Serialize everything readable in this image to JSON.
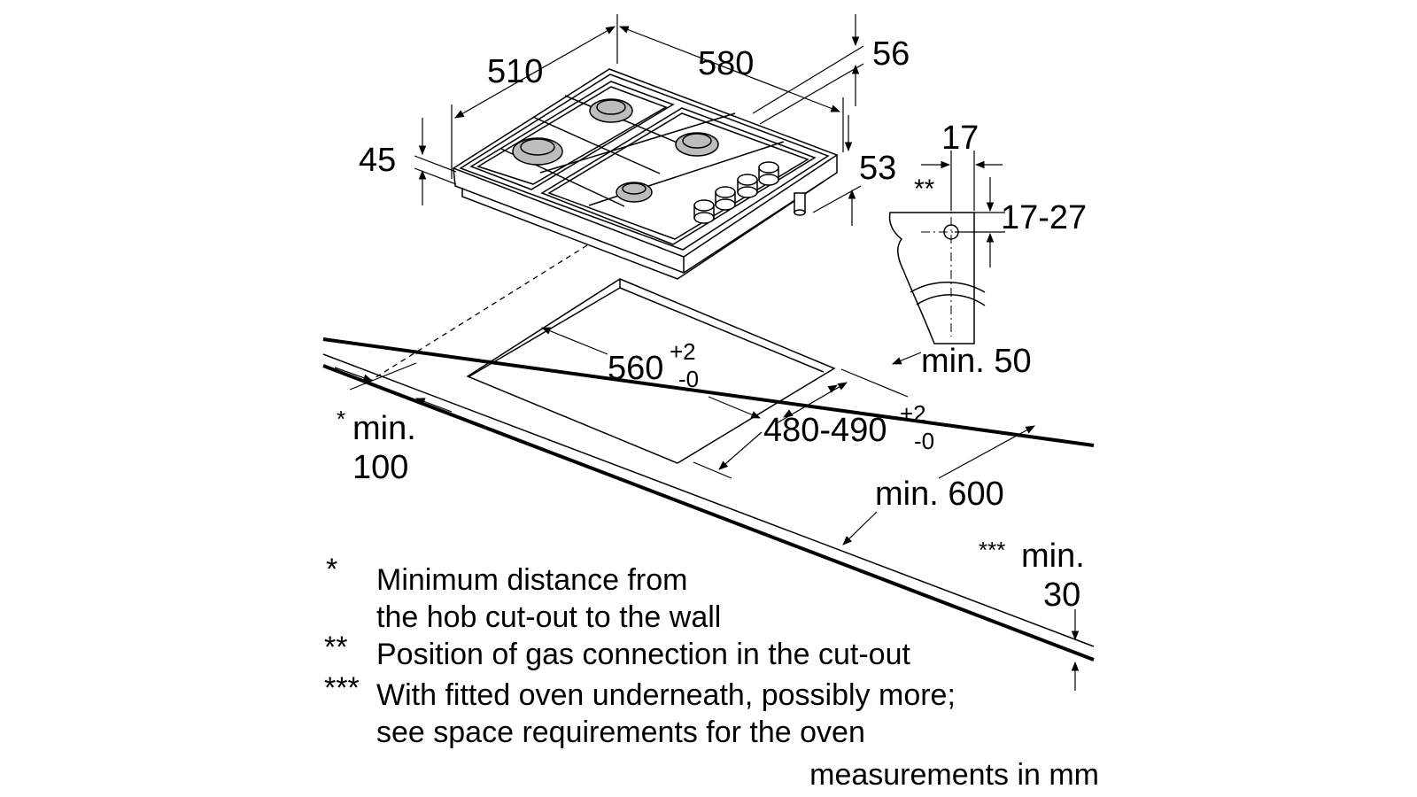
{
  "dimensions": {
    "hob_depth": "510",
    "hob_width": "580",
    "hob_height_total": "45",
    "connection_offset_top": "56",
    "connection_offset_side": "53",
    "connection_edge": "17",
    "connection_height": "17-27",
    "connection_marker": "**",
    "cutout_width": "560",
    "cutout_width_tol_plus": "+2",
    "cutout_width_tol_minus": "-0",
    "cutout_depth": "480-490",
    "cutout_depth_tol_plus": "+2",
    "cutout_depth_tol_minus": "-0",
    "min_front": "min. 50",
    "min_worktop_depth": "min. 600",
    "min_wall_marker": "*",
    "min_wall_label": "min.",
    "min_wall_value": "100",
    "min_oven_marker": "***",
    "min_oven_label": "min.",
    "min_oven_value": "30"
  },
  "notes": [
    {
      "marker": "*",
      "lines": [
        "Minimum distance from",
        "the hob cut-out to the wall"
      ]
    },
    {
      "marker": "**",
      "lines": [
        "Position of gas connection in the cut-out"
      ]
    },
    {
      "marker": "***",
      "lines": [
        "With fitted oven underneath, possibly more;",
        "see space requirements for the oven"
      ]
    }
  ],
  "units_caption": "measurements in mm"
}
